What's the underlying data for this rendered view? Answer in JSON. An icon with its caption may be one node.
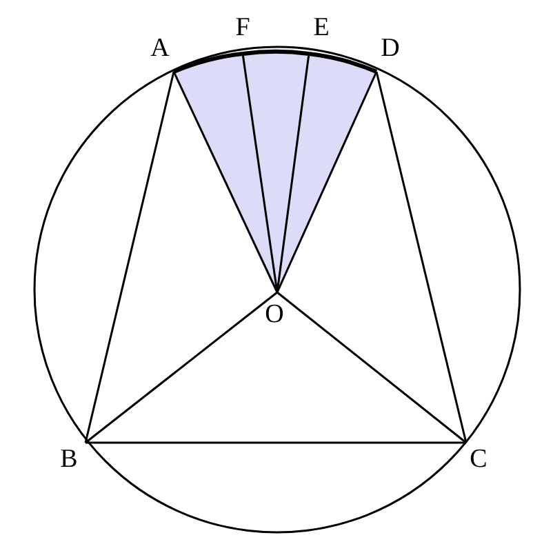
{
  "diagram": {
    "nodes": [
      {
        "text": [
          "A"
        ]
      },
      {
        "text": [
          "F"
        ]
      },
      {
        "text": [
          "E"
        ]
      },
      {
        "text": [
          "D"
        ]
      },
      {
        "text": [
          "O"
        ]
      },
      {
        "text": [
          "B"
        ]
      },
      {
        "text": [
          "C"
        ]
      }
    ],
    "edges": [
      {
        "from": 0,
        "to": 5,
        "arrow": "none"
      },
      {
        "from": 5,
        "to": 6,
        "arrow": "none"
      },
      {
        "from": 6,
        "to": 3,
        "arrow": "none"
      },
      {
        "from": 0,
        "to": 4,
        "arrow": "none"
      },
      {
        "from": 1,
        "to": 4,
        "arrow": "none"
      },
      {
        "from": 2,
        "to": 4,
        "arrow": "none"
      },
      {
        "from": 3,
        "to": 4,
        "arrow": "none"
      },
      {
        "from": 5,
        "to": 4,
        "arrow": "none"
      },
      {
        "from": 6,
        "to": 4,
        "arrow": "none"
      },
      {
        "from": 0,
        "to": 1,
        "arrow": "none",
        "style": "thick"
      },
      {
        "from": 1,
        "to": 2,
        "arrow": "none",
        "style": "thick"
      },
      {
        "from": 2,
        "to": 3,
        "arrow": "none",
        "style": "thick"
      }
    ]
  }
}
